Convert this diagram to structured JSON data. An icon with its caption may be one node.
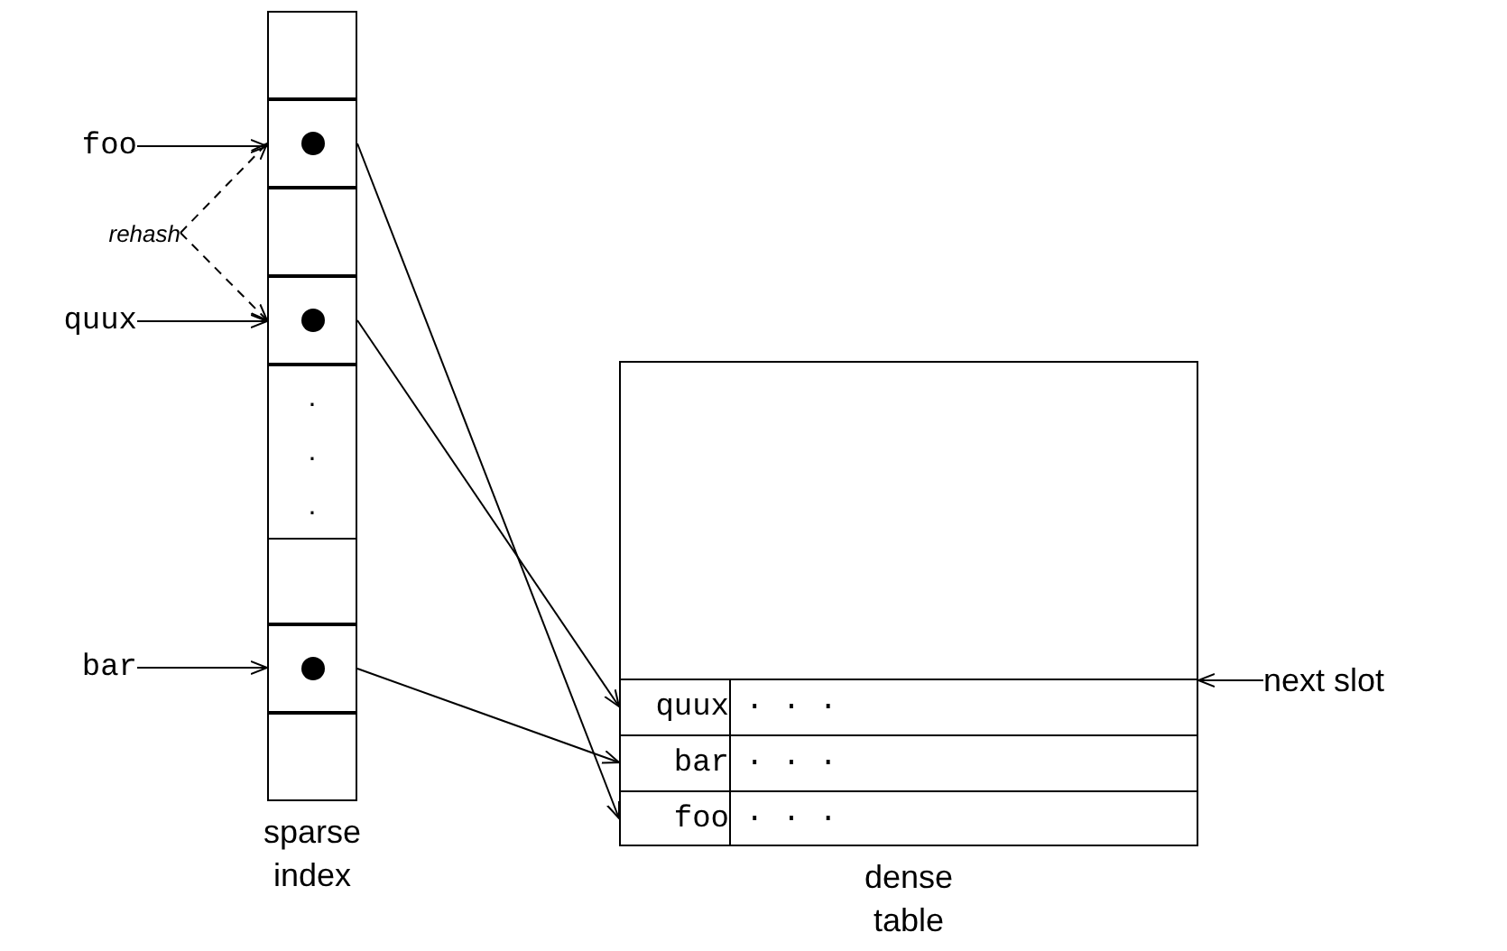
{
  "diagram": {
    "nodes": [
      {
        "text": [
          "sparse index"
        ]
      },
      {
        "text": [],
        "shape": "box",
        "in": 0
      },
      {
        "text": [],
        "shape": "box",
        "in": 0
      },
      {
        "text": [],
        "shape": "box",
        "in": 0
      },
      {
        "text": [],
        "shape": "box",
        "in": 0
      },
      {
        "text": [
          ". . ."
        ],
        "in": 0
      },
      {
        "text": [],
        "shape": "box",
        "in": 0
      },
      {
        "text": [],
        "shape": "box",
        "in": 0
      },
      {
        "text": [],
        "shape": "box",
        "in": 0
      },
      {
        "text": [
          "foo"
        ]
      },
      {
        "text": [
          "rehash"
        ]
      },
      {
        "text": [
          "quux"
        ]
      },
      {
        "text": [
          "bar"
        ]
      },
      {
        "text": [
          "dense table"
        ]
      },
      {
        "text": [
          "quux"
        ],
        "in": 13
      },
      {
        "text": [
          "· · ·"
        ],
        "in": 13
      },
      {
        "text": [
          "bar"
        ],
        "in": 13
      },
      {
        "text": [
          "· · ·"
        ],
        "in": 13
      },
      {
        "text": [
          "foo"
        ],
        "in": 13
      },
      {
        "text": [
          "· · ·"
        ],
        "in": 13
      },
      {
        "text": [
          "next slot"
        ]
      }
    ],
    "edges": [
      {
        "from": 9,
        "to": 2,
        "arrow": "to"
      },
      {
        "from": 10,
        "to": 2,
        "arrow": "to",
        "style": "dashed"
      },
      {
        "from": 10,
        "to": 4,
        "arrow": "to",
        "style": "dashed"
      },
      {
        "from": 11,
        "to": 4,
        "arrow": "to"
      },
      {
        "from": 12,
        "to": 7,
        "arrow": "to"
      },
      {
        "from": 2,
        "to": 18,
        "arrow": "to"
      },
      {
        "from": 4,
        "to": 14,
        "arrow": "to"
      },
      {
        "from": 7,
        "to": 16,
        "arrow": "to"
      },
      {
        "from": 20,
        "to": 13,
        "arrow": "to"
      }
    ]
  }
}
